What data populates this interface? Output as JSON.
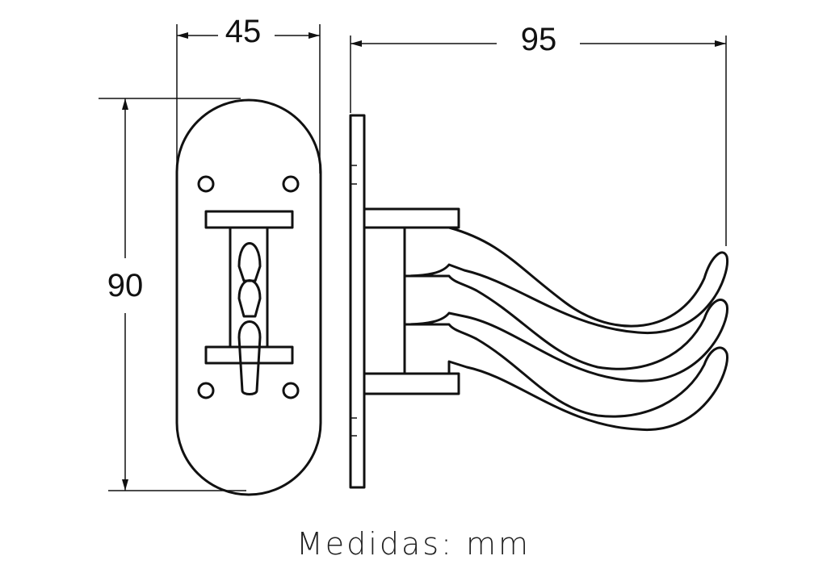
{
  "dimensions": {
    "width": "45",
    "depth": "95",
    "height": "90"
  },
  "caption": "Medidas: mm"
}
